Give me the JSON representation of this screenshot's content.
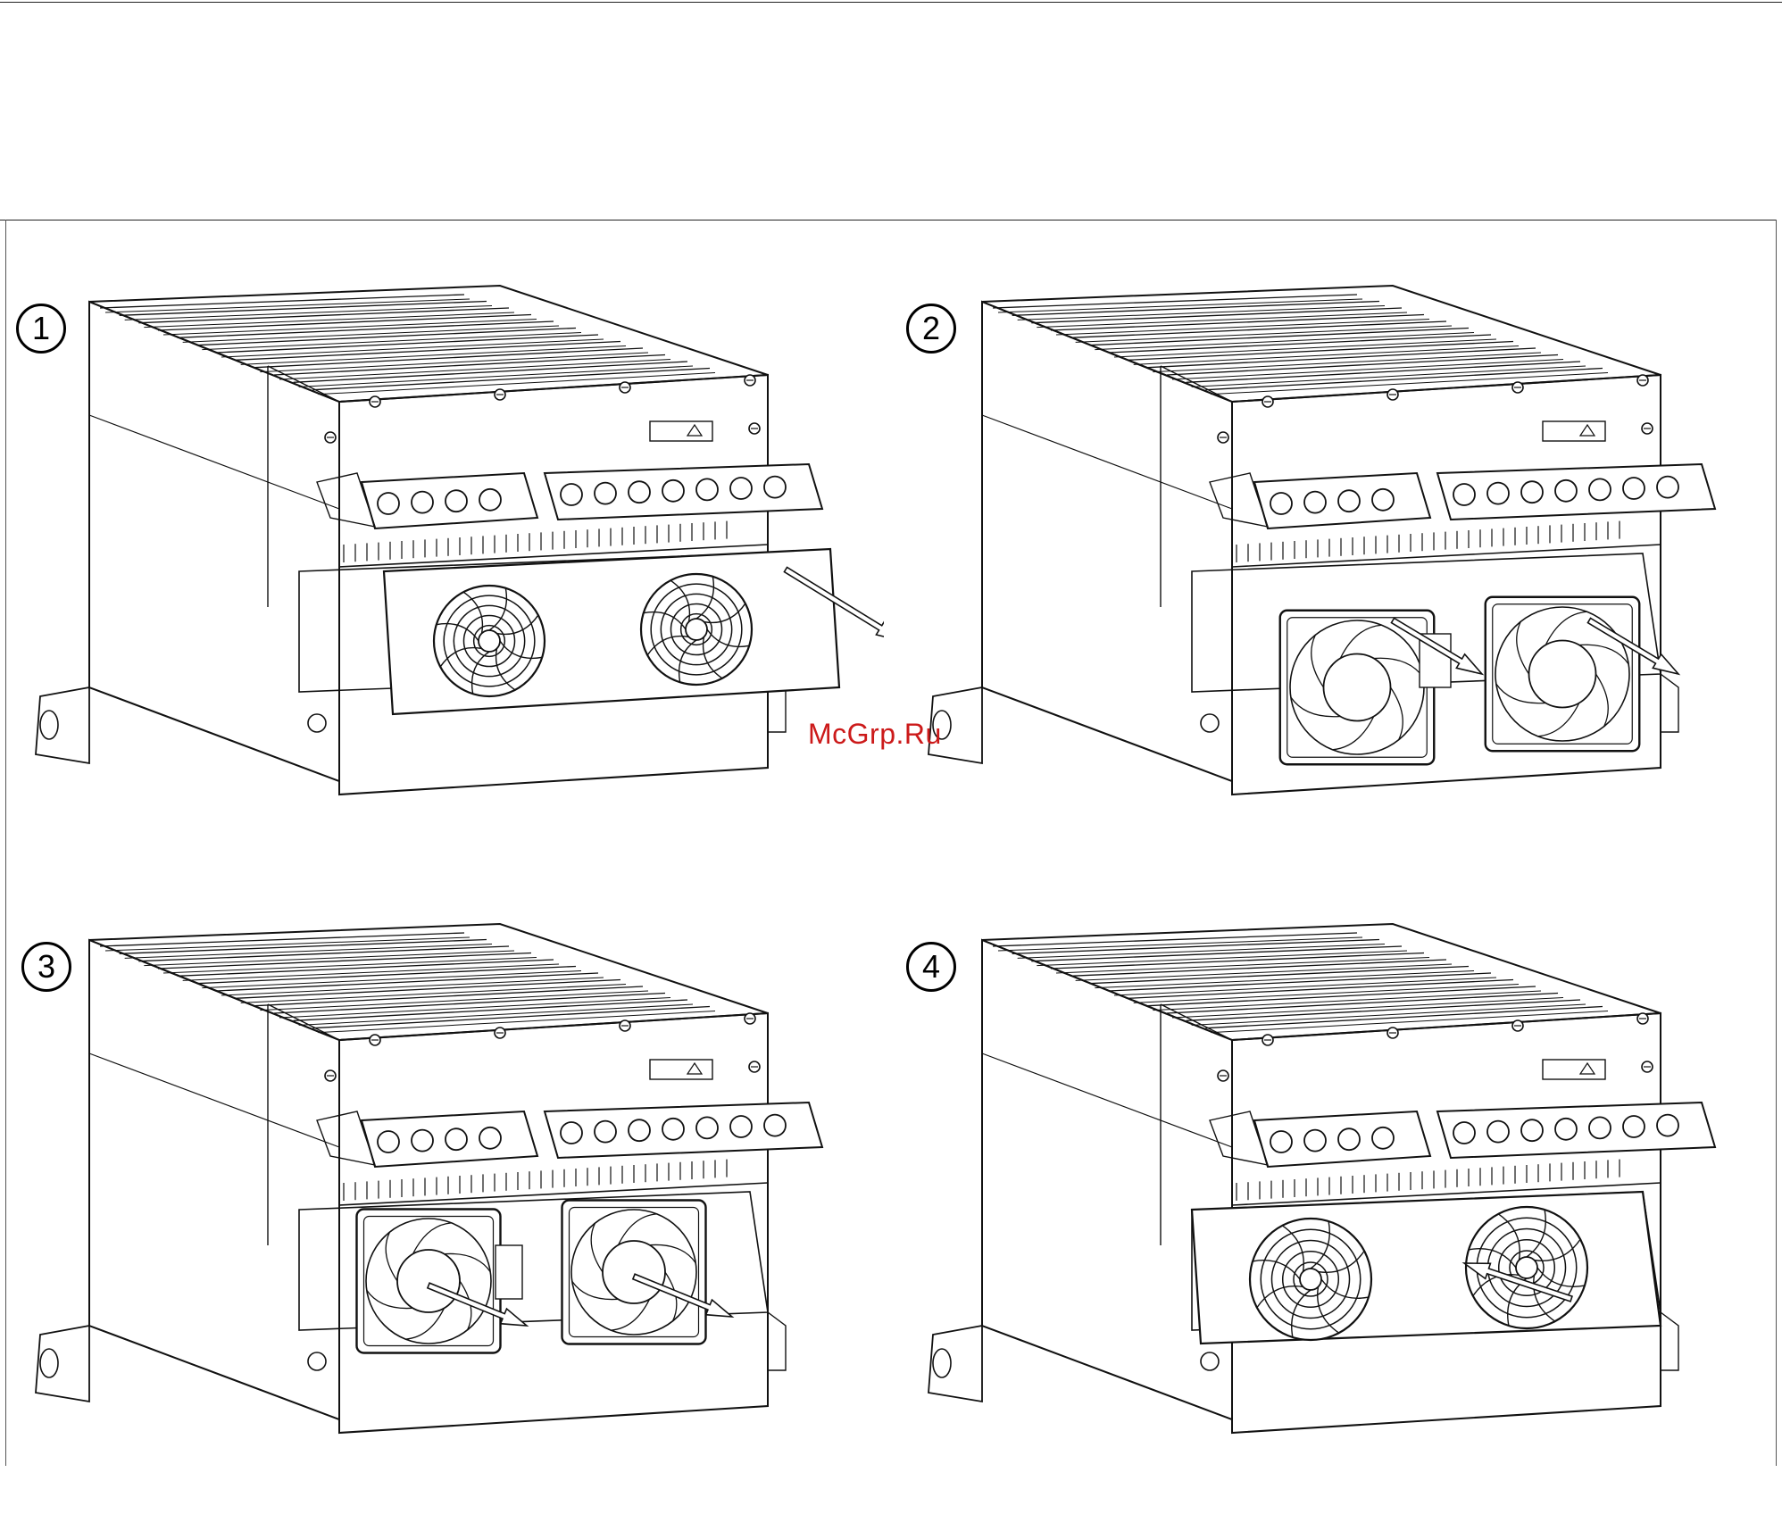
{
  "steps": [
    {
      "label": "1",
      "fan_state": "cover-removing"
    },
    {
      "label": "2",
      "fan_state": "fans-removing"
    },
    {
      "label": "3",
      "fan_state": "fans-inserting"
    },
    {
      "label": "4",
      "fan_state": "cover-fitting"
    }
  ],
  "watermark": "McGrp.Ru",
  "colors": {
    "line": "#111111",
    "watermark": "#cc1a1a"
  }
}
